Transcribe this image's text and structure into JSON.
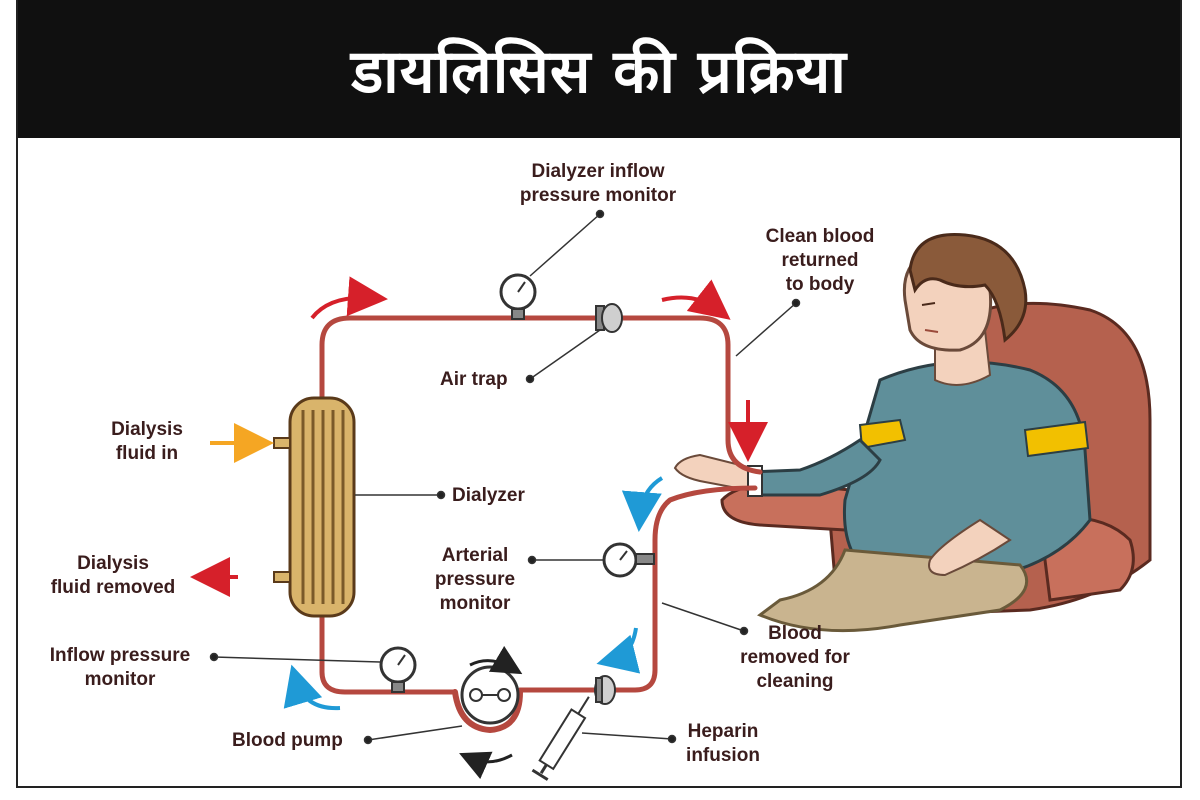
{
  "title": "डायलिसिस की प्रक्रिया",
  "labels": {
    "dialyzer_inflow": "Dialyzer inflow\npressure monitor",
    "clean_blood": "Clean blood\nreturned\nto body",
    "air_trap": "Air trap",
    "dialysis_fluid_in": "Dialysis\nfluid in",
    "dialyzer": "Dialyzer",
    "arterial": "Arterial\npressure\nmonitor",
    "dialysis_fluid_removed": "Dialysis\nfluid removed",
    "blood_removed": "Blood\nremoved for\ncleaning",
    "inflow_pressure": "Inflow pressure\nmonitor",
    "blood_pump": "Blood pump",
    "heparin": "Heparin\ninfusion"
  },
  "colors": {
    "title_bg": "#101010",
    "tube": "#b5483f",
    "label_text": "#3a1d1d",
    "arrow_red": "#d6202a",
    "arrow_blue": "#1f9ad6",
    "arrow_orange": "#f5a623",
    "dialyzer_fill": "#d9b46b",
    "shirt": "#5f8f9a",
    "band": "#f2c000",
    "chair": "#b5614e",
    "pants": "#c9b48f",
    "skin": "#f3d2bd",
    "hair": "#8a5a3a"
  }
}
